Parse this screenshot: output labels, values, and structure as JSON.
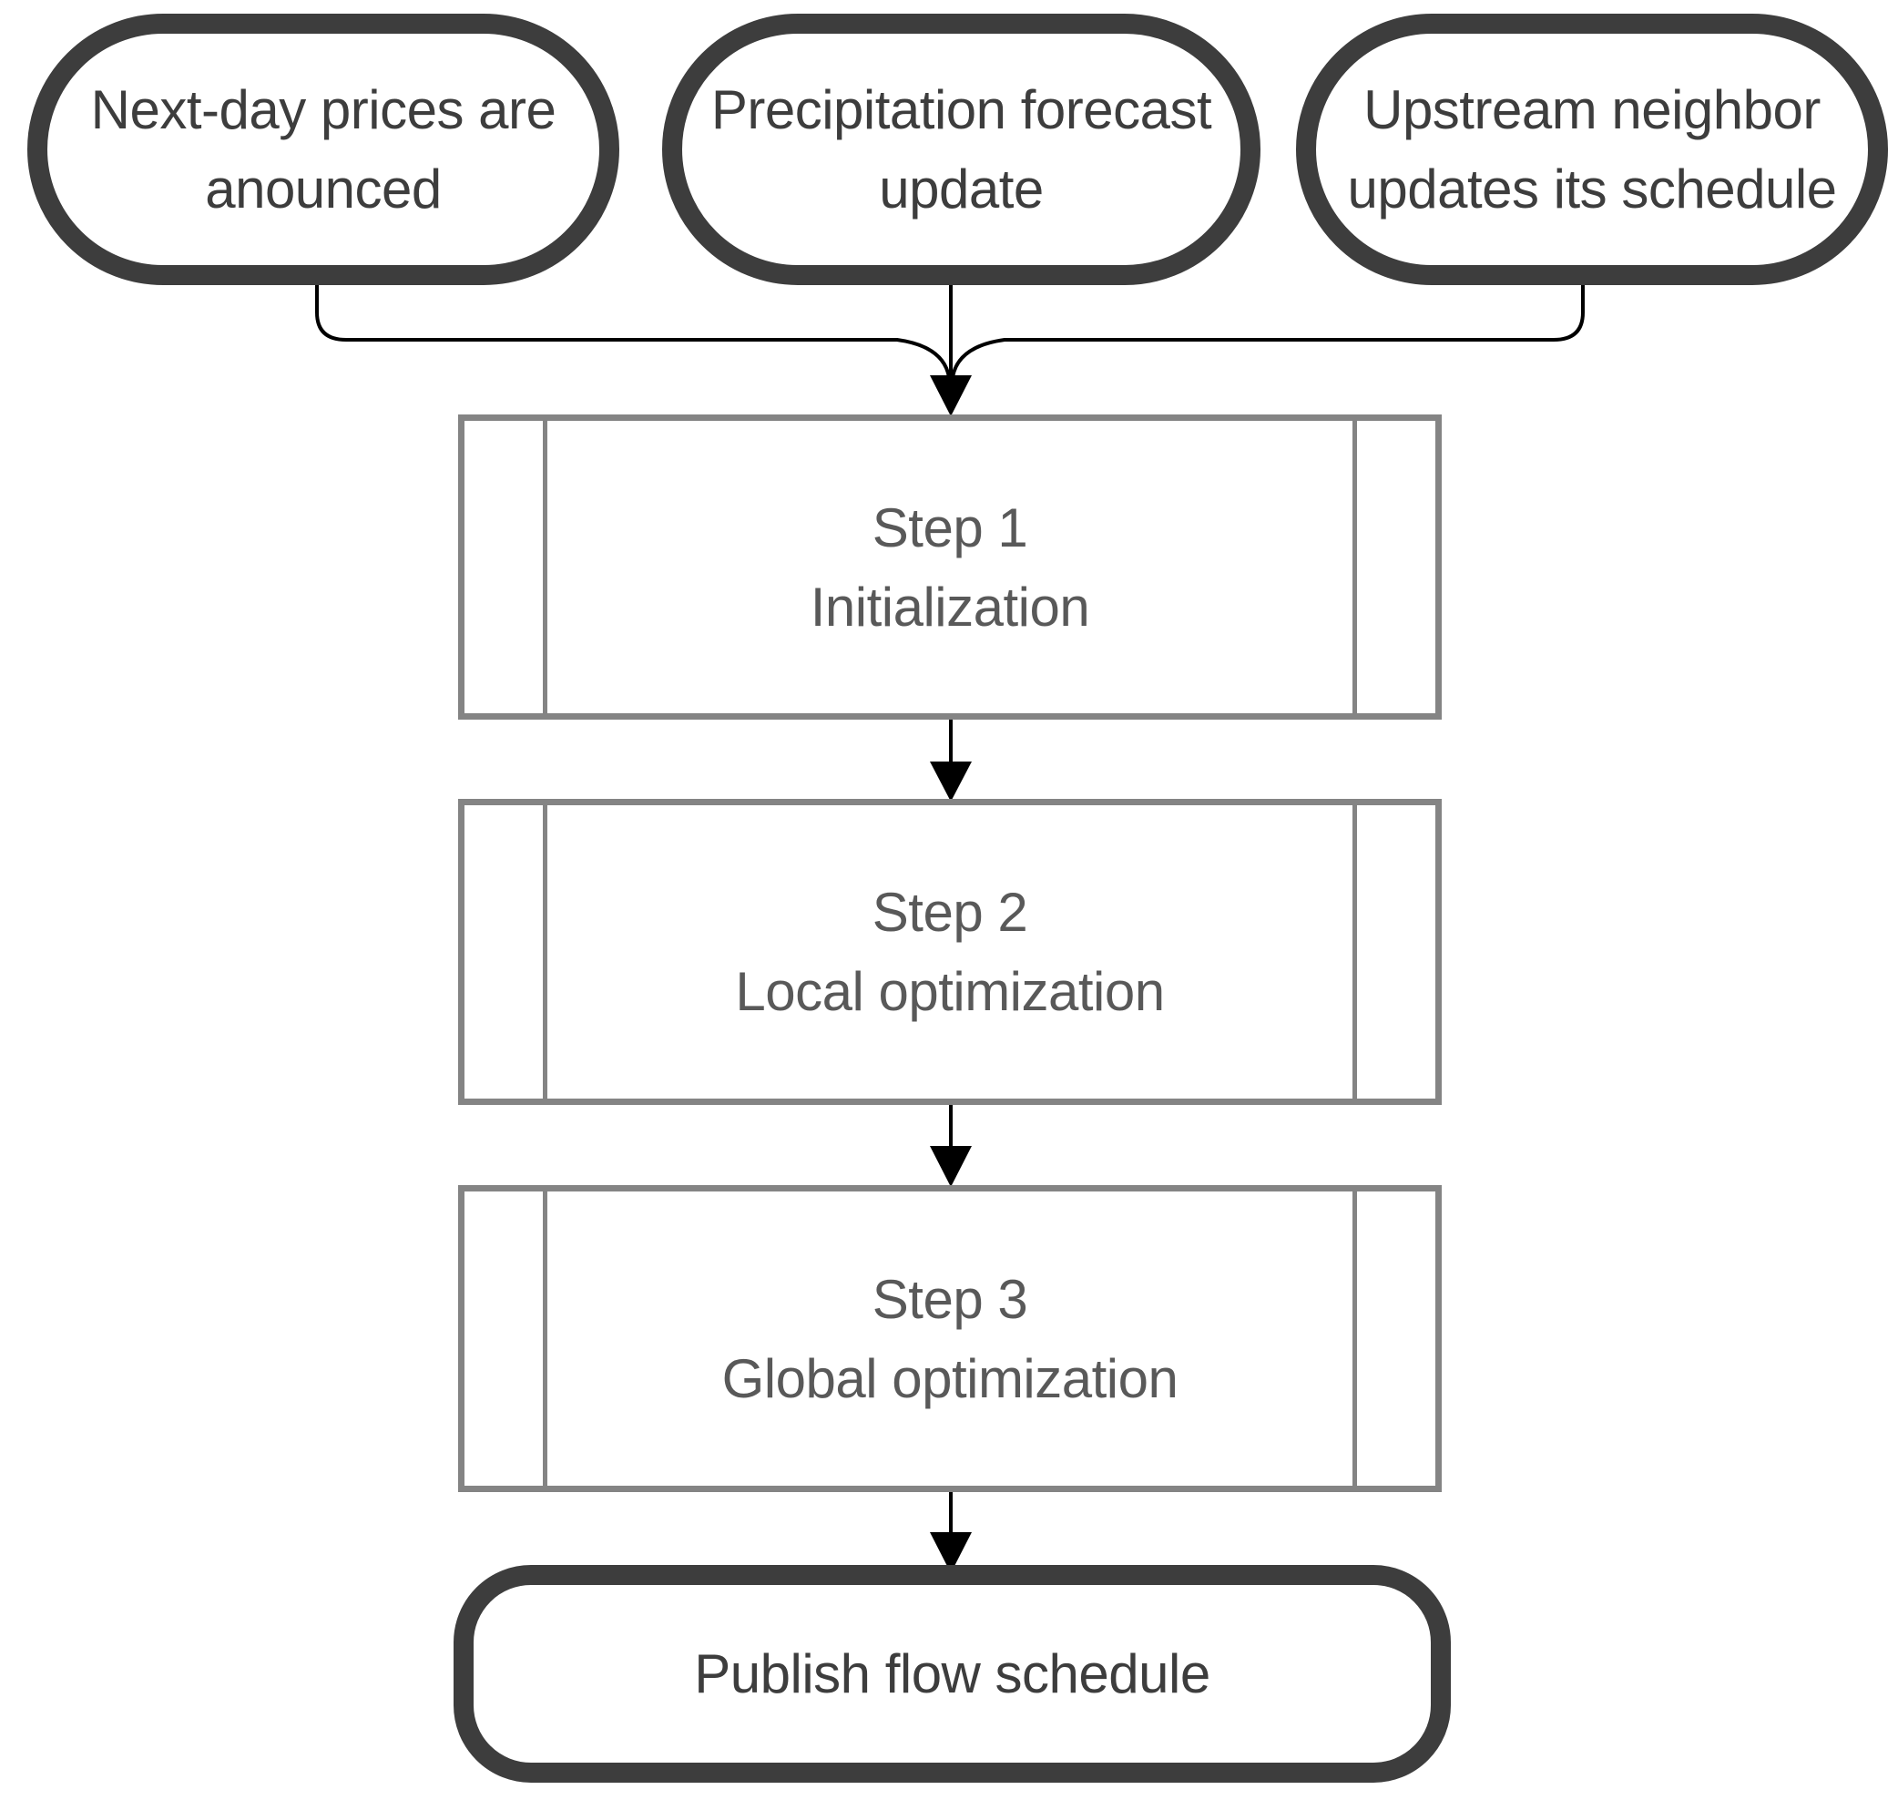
{
  "flowchart": {
    "start_events": [
      {
        "label": "Next-day prices are anounced"
      },
      {
        "label": "Precipitation forecast update"
      },
      {
        "label": "Upstream neighbor updates its schedule"
      }
    ],
    "steps": [
      {
        "number_label": "Step 1",
        "name": "Initialization"
      },
      {
        "number_label": "Step 2",
        "name": "Local optimization"
      },
      {
        "number_label": "Step 3",
        "name": "Global optimization"
      }
    ],
    "end_event": {
      "label": "Publish flow schedule"
    },
    "colors": {
      "terminator_border": "#3d3d3d",
      "terminator_text": "#3d3d3d",
      "process_border": "#848484",
      "process_text": "#595959",
      "connector": "#000000",
      "background": "#ffffff"
    }
  }
}
